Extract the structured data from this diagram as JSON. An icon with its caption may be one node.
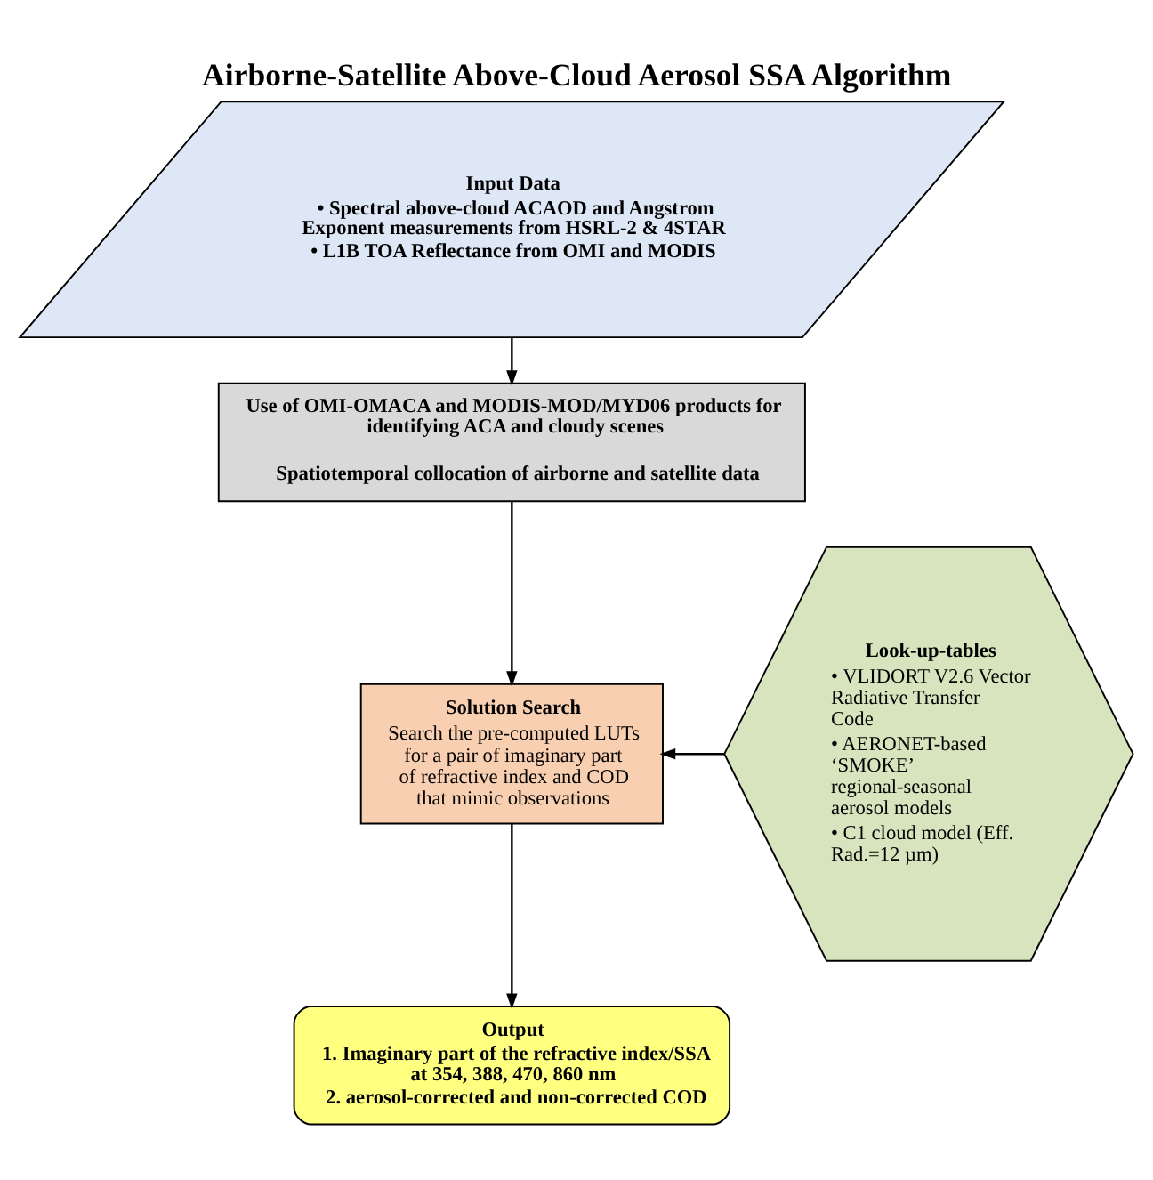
{
  "diagram": {
    "title": "Airborne-Satellite Above-Cloud Aerosol SSA Algorithm",
    "nodes": [
      {
        "text": [
          "Input Data",
          "• Spectral above-cloud ACAOD and Angstrom Exponent measurements from HSRL-2 & 4STAR",
          "• L1B TOA Reflectance from OMI and MODIS"
        ]
      },
      {
        "text": [
          "Use of OMI-OMACA and MODIS-MOD/MYD06 products for identifying ACA and cloudy scenes",
          "Spatiotemporal collocation of airborne and satellite data"
        ]
      },
      {
        "text": [
          "Solution Search",
          "Search the pre-computed LUTs for a pair of imaginary part of refractive index and COD that mimic observations"
        ]
      },
      {
        "text": [
          "Look-up-tables",
          "• VLIDORT V2.6 Vector Radiative Transfer Code",
          "• AERONET-based ‘SMOKE’ regional-seasonal aerosol models",
          "• C1 cloud model (Eff. Rad.=12 µm)"
        ]
      },
      {
        "text": [
          "Output",
          "1. Imaginary part of the refractive index/SSA at 354, 388, 470, 860 nm",
          "2. aerosol-corrected and non-corrected COD"
        ]
      }
    ],
    "edges": [
      {
        "from": 0,
        "to": 1,
        "arrow": "to"
      },
      {
        "from": 1,
        "to": 2,
        "arrow": "to"
      },
      {
        "from": 3,
        "to": 2,
        "arrow": "to"
      },
      {
        "from": 2,
        "to": 4,
        "arrow": "to"
      }
    ]
  }
}
